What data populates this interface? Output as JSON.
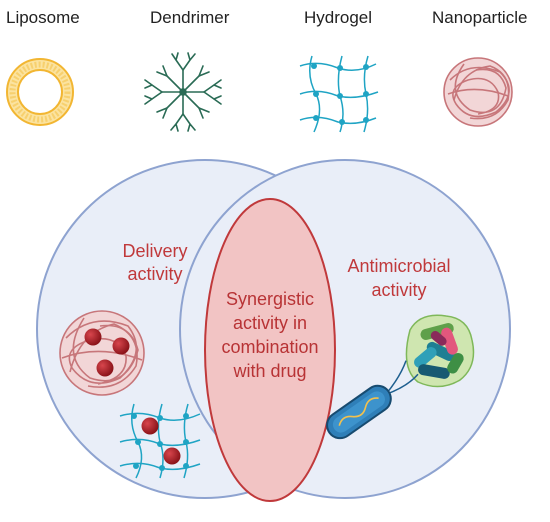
{
  "header_labels": {
    "liposome": "Liposome",
    "dendrimer": "Dendrimer",
    "hydrogel": "Hydrogel",
    "nanoparticle": "Nanoparticle"
  },
  "venn": {
    "left_title_line1": "Delivery",
    "left_title_line2": "activity",
    "right_title_line1": "Antimicrobial",
    "right_title_line2": "activity",
    "center_line1": "Synergistic",
    "center_line2": "activity in",
    "center_line3": "combination",
    "center_line4": "with drug"
  },
  "colors": {
    "circle_fill": "#e9eef8",
    "circle_stroke": "#8ea3d0",
    "center_fill": "#f2c4c4",
    "center_stroke": "#c0393b",
    "text_red": "#c0393b",
    "liposome": "#f2c14e",
    "network": "#1fa4c4",
    "nanoparticle": "#c7767a",
    "drug": "#a51d24",
    "bacterium": "#1e5f8f"
  }
}
